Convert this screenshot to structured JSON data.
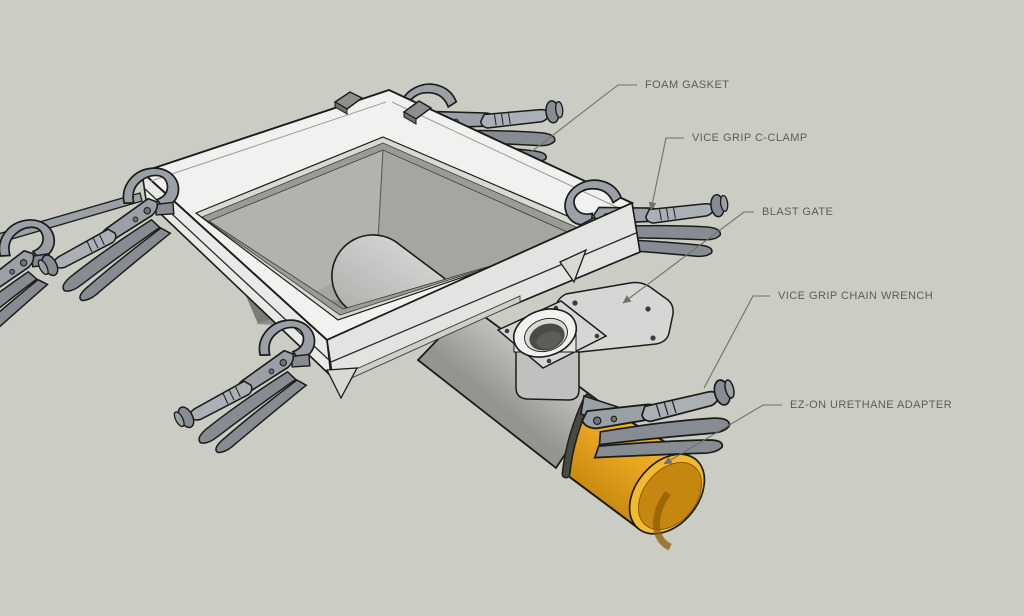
{
  "diagram": {
    "annotations": [
      {
        "id": "foam-gasket",
        "label": "FOAM GASKET"
      },
      {
        "id": "vice-grip-c-clamp",
        "label": "VICE GRIP C-CLAMP"
      },
      {
        "id": "blast-gate",
        "label": "BLAST GATE"
      },
      {
        "id": "vice-grip-chain-wrench",
        "label": "VICE GRIP CHAIN WRENCH"
      },
      {
        "id": "ez-on-urethane-adapter",
        "label": "EZ-ON URETHANE ADAPTER"
      }
    ]
  },
  "colors": {
    "background": "#cbccc4",
    "text_color": "#5d5d58",
    "line_color": "#70706b",
    "outline": "#1b1b19",
    "frame_white": "#f1f1ef",
    "frame_side": "#e3e3e1",
    "frame_side_left": "#e9e9e7",
    "gasket_gray": "#9a9b97",
    "inner_face": "#d8d8d4",
    "interior_wall": "#a5a6a2",
    "interior_wall_light": "#b2b2ae",
    "interior_shadow": "#7b7c74",
    "interior_floor": "#8f908a",
    "tube_gray": "#c0c0be",
    "plate_gray": "#d6d6d4",
    "clamp_gray": "#9aa0a6",
    "clamp_dark": "#868c92",
    "clamp_barrel": "#aab0b6",
    "pad_gray": "#8e8f8d",
    "adapter_orange": "#e9a71f",
    "adapter_orange_light": "#f2ba2e",
    "adapter_orange_dark": "#c5870f",
    "adapter_orange_deep": "#8f5e05",
    "chain_black": "#20201c"
  }
}
